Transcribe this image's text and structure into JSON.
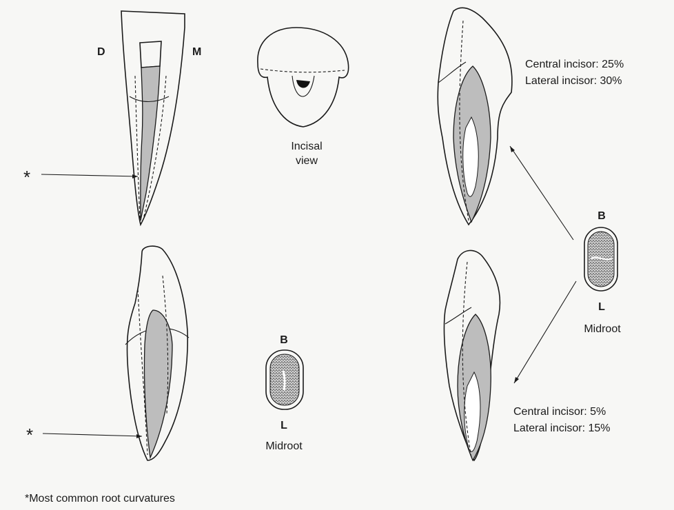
{
  "labels": {
    "d": "D",
    "m": "M",
    "incisal_view_line1": "Incisal",
    "incisal_view_line2": "view",
    "asterisk": "*",
    "b": "B",
    "l": "L",
    "midroot": "Midroot",
    "footnote": "*Most common root curvatures"
  },
  "stats_top": {
    "line1": "Central incisor: 25%",
    "line2": "Lateral incisor: 30%"
  },
  "stats_bottom": {
    "line1": "Central incisor:   5%",
    "line2": "Lateral incisor: 15%"
  }
}
